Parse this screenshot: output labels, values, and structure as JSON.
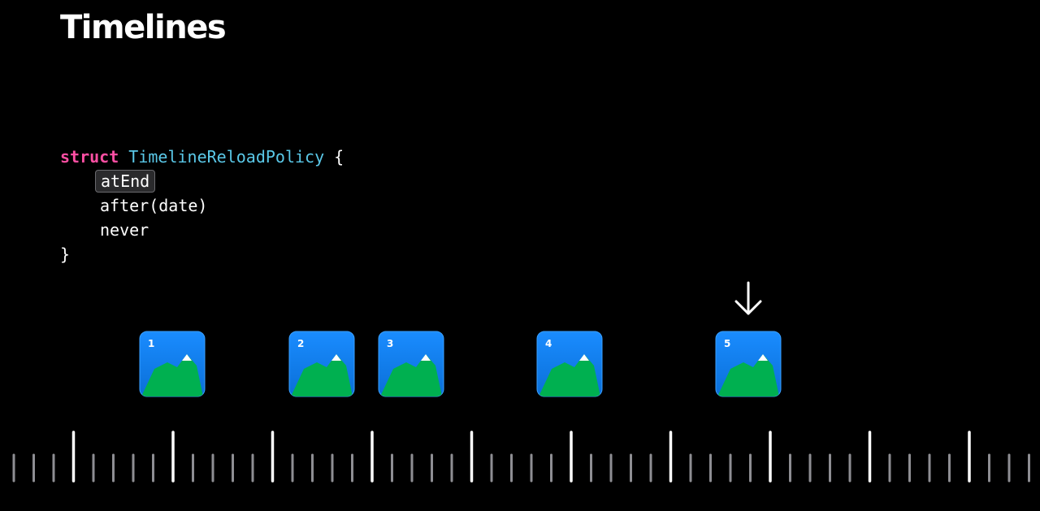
{
  "title": "Timelines",
  "code": {
    "keyword": "struct",
    "type_name": "TimelineReloadPolicy",
    "open_brace": "{",
    "cases": [
      "atEnd",
      "after(date)",
      "never"
    ],
    "close_brace": "}",
    "highlighted_case": "atEnd"
  },
  "timeline": {
    "entries": [
      {
        "label": "1"
      },
      {
        "label": "2"
      },
      {
        "label": "3"
      },
      {
        "label": "4"
      },
      {
        "label": "5"
      }
    ],
    "current_entry": "5",
    "colors": {
      "tile_top": "#1a8cff",
      "tile_bottom": "#0a6fd8",
      "tile_border": "#3aa0ff",
      "mountain": "#00b050",
      "snow": "#ffffff",
      "tick_major": "#ffffff",
      "tick_minor": "#8e8e93",
      "arrow": "#ffffff"
    },
    "icons": {
      "entry": "mountain-photo-icon",
      "pointer": "arrow-down-icon"
    }
  }
}
